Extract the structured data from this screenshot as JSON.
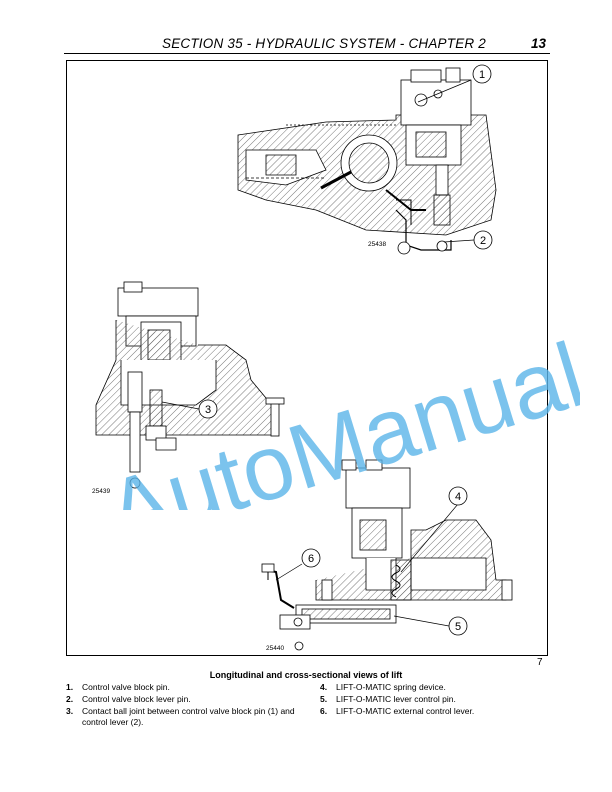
{
  "header": {
    "title": "SECTION 35 - HYDRAULIC SYSTEM - CHAPTER 2",
    "page_number": "13"
  },
  "figure": {
    "number": "7",
    "caption": "Longitudinal and cross-sectional views of lift",
    "codes": {
      "top": "25438",
      "middle": "25439",
      "bottom": "25440"
    },
    "callouts": [
      "1",
      "2",
      "3",
      "4",
      "5",
      "6"
    ]
  },
  "watermark": "AutoManual",
  "legend": {
    "left": [
      {
        "num": "1.",
        "text": "Control valve block pin."
      },
      {
        "num": "2.",
        "text": "Control valve block lever pin."
      },
      {
        "num": "3.",
        "text": "Contact ball joint between control valve block pin (1) and control lever (2)."
      }
    ],
    "right": [
      {
        "num": "4.",
        "text": "LIFT-O-MATIC spring device."
      },
      {
        "num": "5.",
        "text": "LIFT-O-MATIC lever control pin."
      },
      {
        "num": "6.",
        "text": "LIFT-O-MATIC external control lever."
      }
    ]
  },
  "colors": {
    "watermark": "#5ab4e8",
    "hatch": "#555555"
  }
}
